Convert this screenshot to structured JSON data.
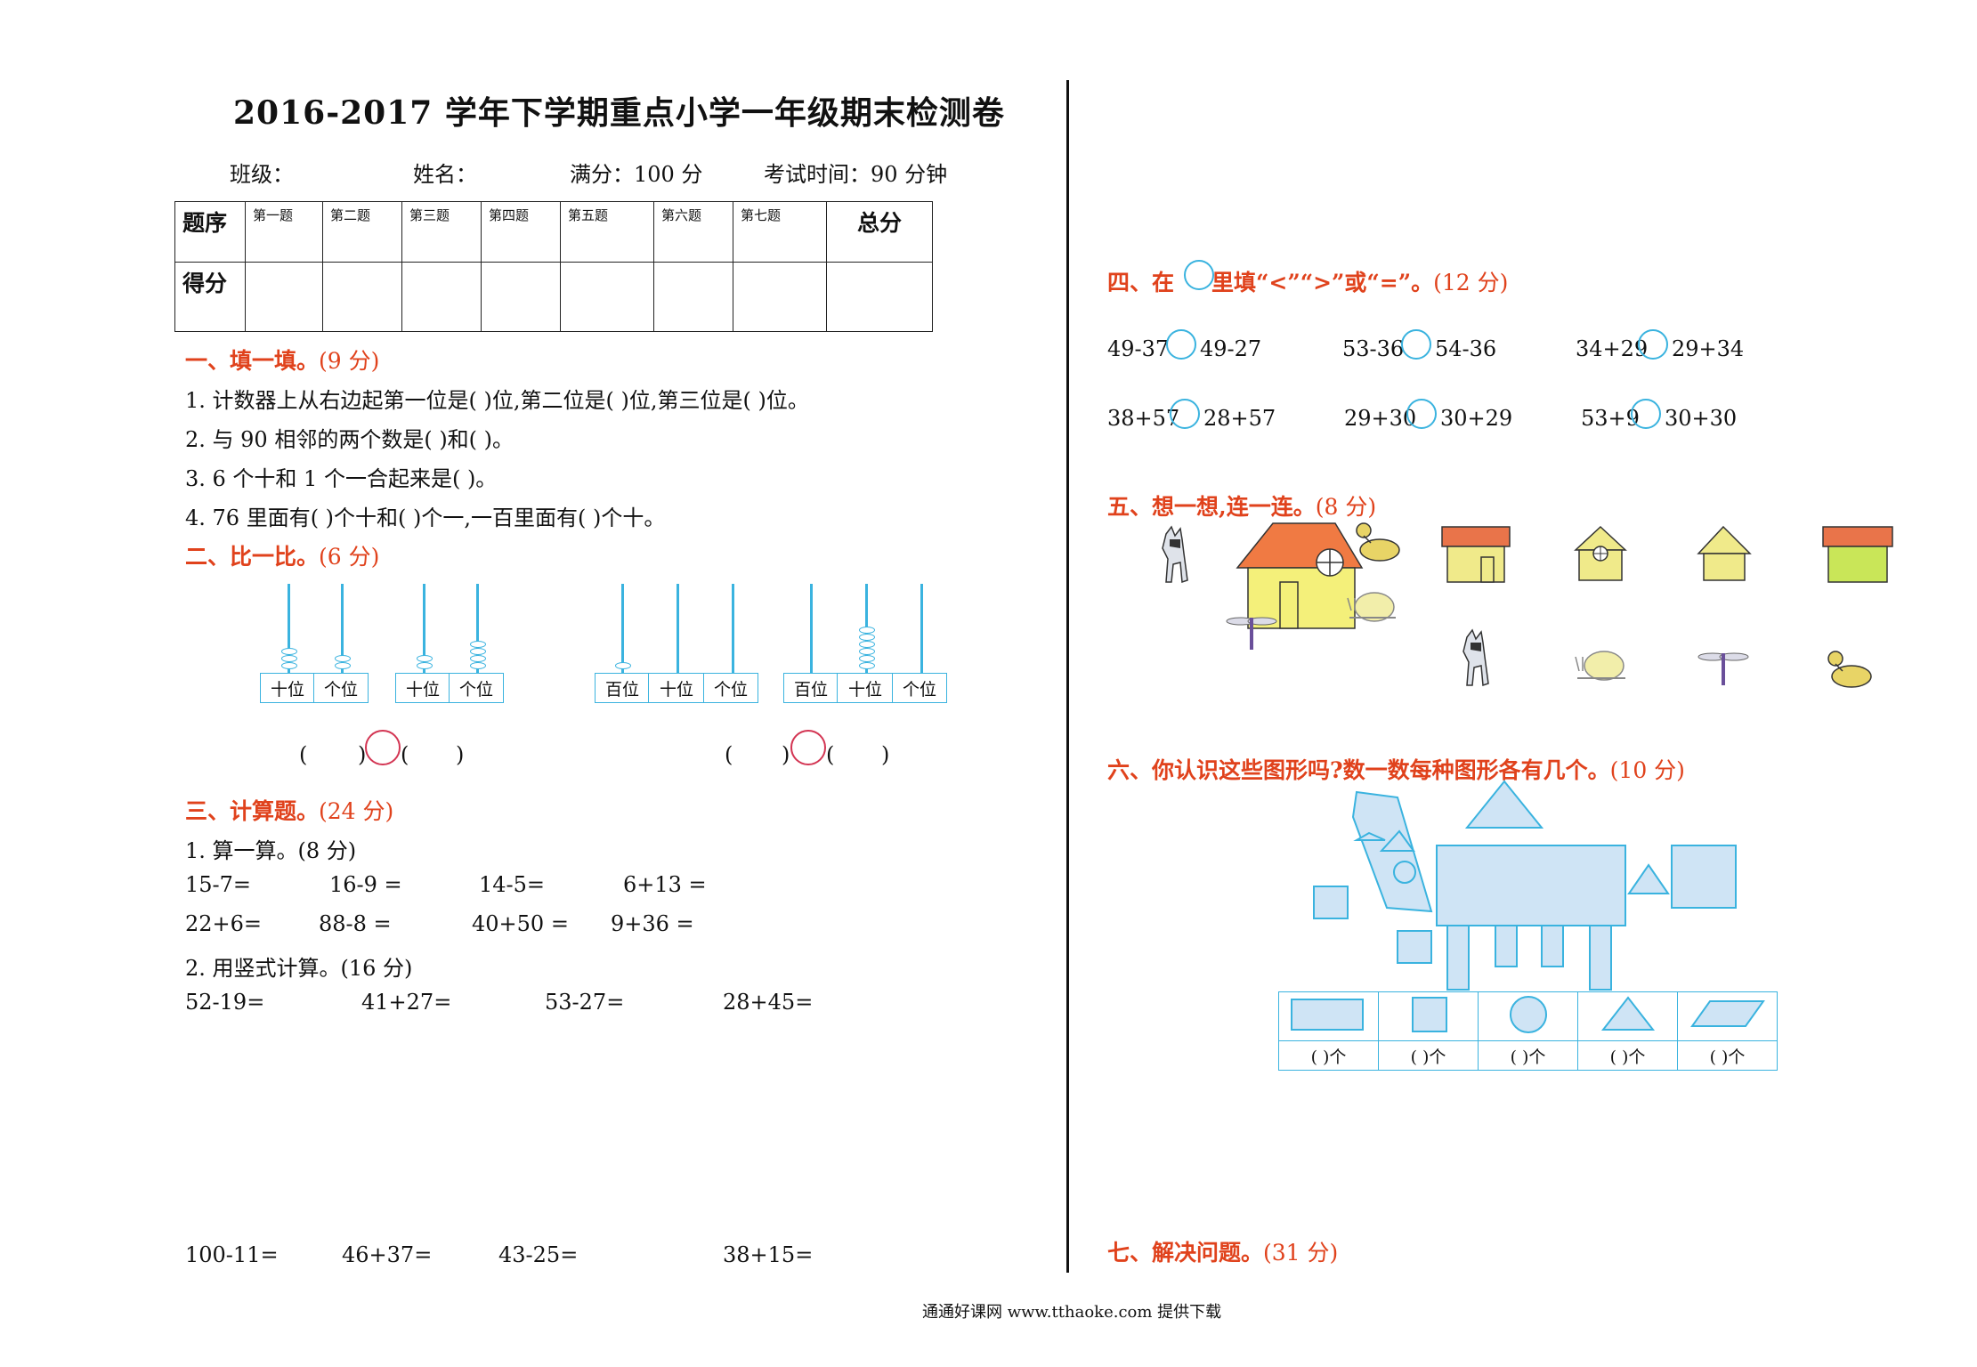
{
  "title": "2016-2017 学年下学期重点小学一年级期末检测卷",
  "info": {
    "class_label": "班级：",
    "name_label": "姓名：",
    "full_score": "满分：100 分",
    "exam_time": "考试时间：90 分钟"
  },
  "score_table": {
    "row1_header": "题序",
    "row2_header": "得分",
    "columns": [
      "第一题",
      "第二题",
      "第三题",
      "第四题",
      "第五题",
      "第六题",
      "第七题"
    ],
    "total": "总分"
  },
  "section1": {
    "heading": "一、填一填。",
    "points": "(9 分)",
    "items": [
      "1. 计数器上从右边起第一位是(        )位,第二位是(        )位,第三位是(        )位。",
      "2. 与 90 相邻的两个数是(        )和(        )。",
      "3. 6 个十和 1 个一合起来是(        )。",
      "4. 76 里面有(        )个十和(        )个一,一百里面有(        )个十。"
    ]
  },
  "section2": {
    "heading": "二、比一比。",
    "points": "(6 分)",
    "place_labels": {
      "hundreds": "百位",
      "tens": "十位",
      "ones": "个位"
    },
    "paren_open": "(",
    "paren_close": ")"
  },
  "section3": {
    "heading": "三、计算题。",
    "points": "(24 分)",
    "part1_title": "1. 算一算。(8 分)",
    "part1_rows": [
      [
        "15-7=",
        "16-9 =",
        "14-5=",
        "6+13 ="
      ],
      [
        "22+6=",
        "88-8 =",
        "40+50 =",
        "9+36 ="
      ]
    ],
    "part2_title": "2. 用竖式计算。(16 分)",
    "part2_row1": [
      "52-19=",
      "41+27=",
      "53-27=",
      "28+45="
    ],
    "part2_row2": [
      "100-11=",
      "46+37=",
      "43-25=",
      "38+15="
    ]
  },
  "section4": {
    "heading_pre": "四、在",
    "heading_post": "里填“<”“>”或“=”。",
    "points": "(12 分)",
    "pairs": [
      [
        "49-37",
        "49-27"
      ],
      [
        "53-36",
        "54-36"
      ],
      [
        "34+29",
        "29+34"
      ],
      [
        "38+57",
        "28+57"
      ],
      [
        "29+30",
        "30+29"
      ],
      [
        "53+9",
        "30+30"
      ]
    ]
  },
  "section5": {
    "heading": "五、想一想,连一连。",
    "points": "(8 分)"
  },
  "section6": {
    "heading": "六、你认识这些图形吗?数一数每种图形各有几个。",
    "points": "(10 分)",
    "count_label": "(      )个"
  },
  "section7": {
    "heading": "七、解决问题。",
    "points": "(31 分)"
  },
  "footer": "通通好课网  www.tthaoke.com  提供下载",
  "colors": {
    "heading": "#e0421c",
    "accent_blue": "#3ab3df",
    "circle_red": "#d33553"
  }
}
